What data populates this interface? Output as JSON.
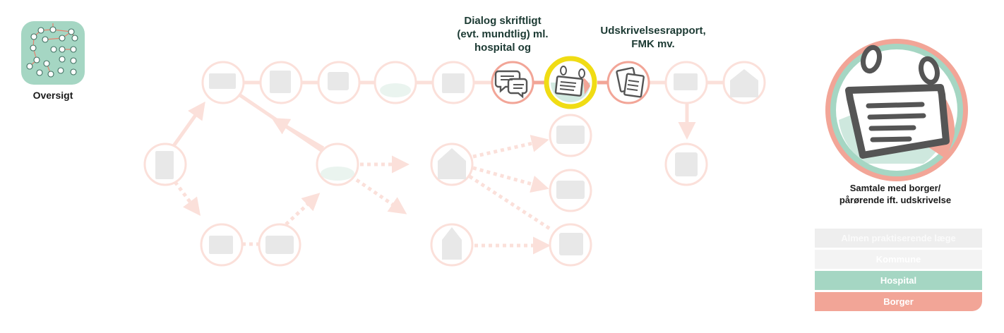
{
  "overview": {
    "label": "Oversigt",
    "icon": "network-map-icon"
  },
  "steps": {
    "dialog": {
      "label_lines": [
        "Dialog skriftligt",
        "(evt. mundtlig) ml.",
        "hospital og"
      ]
    },
    "report": {
      "label_lines": [
        "Udskrivelsesrapport,",
        "FMK mv."
      ]
    }
  },
  "detail": {
    "caption_lines": [
      "Samtale med borger/",
      "pårørende ift. udskrivelse"
    ],
    "icon": "document-with-speech-icon"
  },
  "legend": [
    {
      "label": "Almen praktiserende læge",
      "color": "#eeeeee"
    },
    {
      "label": "Kommune",
      "color": "#f3f3f3"
    },
    {
      "label": "Hospital",
      "color": "#a5d6c3"
    },
    {
      "label": "Borger",
      "color": "#f2a597"
    }
  ],
  "colors": {
    "active_ring": "#f0dc14",
    "borger": "#f2a597",
    "hospital": "#a5d6c3",
    "icon_dark": "#555555"
  }
}
